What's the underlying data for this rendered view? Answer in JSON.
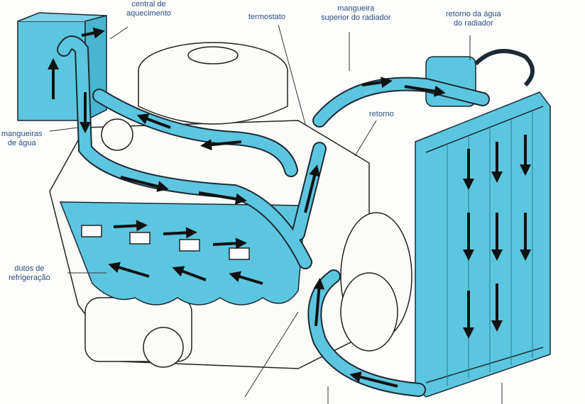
{
  "title": "Sistema de arrefecimento do motor",
  "labels": {
    "heater_core": [
      "central de",
      "aquecimento"
    ],
    "thermostat": "termostato",
    "upper_hose": [
      "mangueira",
      "superior do radiador"
    ],
    "radiator_return": [
      "retorno da água",
      "do radiador"
    ],
    "return": "retorno",
    "water_hoses": [
      "mangueiras",
      "de água"
    ],
    "cooling_ducts": [
      "dutos de",
      "refrigeração"
    ]
  },
  "colors": {
    "coolant": "#5cc6e0",
    "outline": "#1c2a33",
    "label": "#2b4a86",
    "arrow": "#111111"
  }
}
